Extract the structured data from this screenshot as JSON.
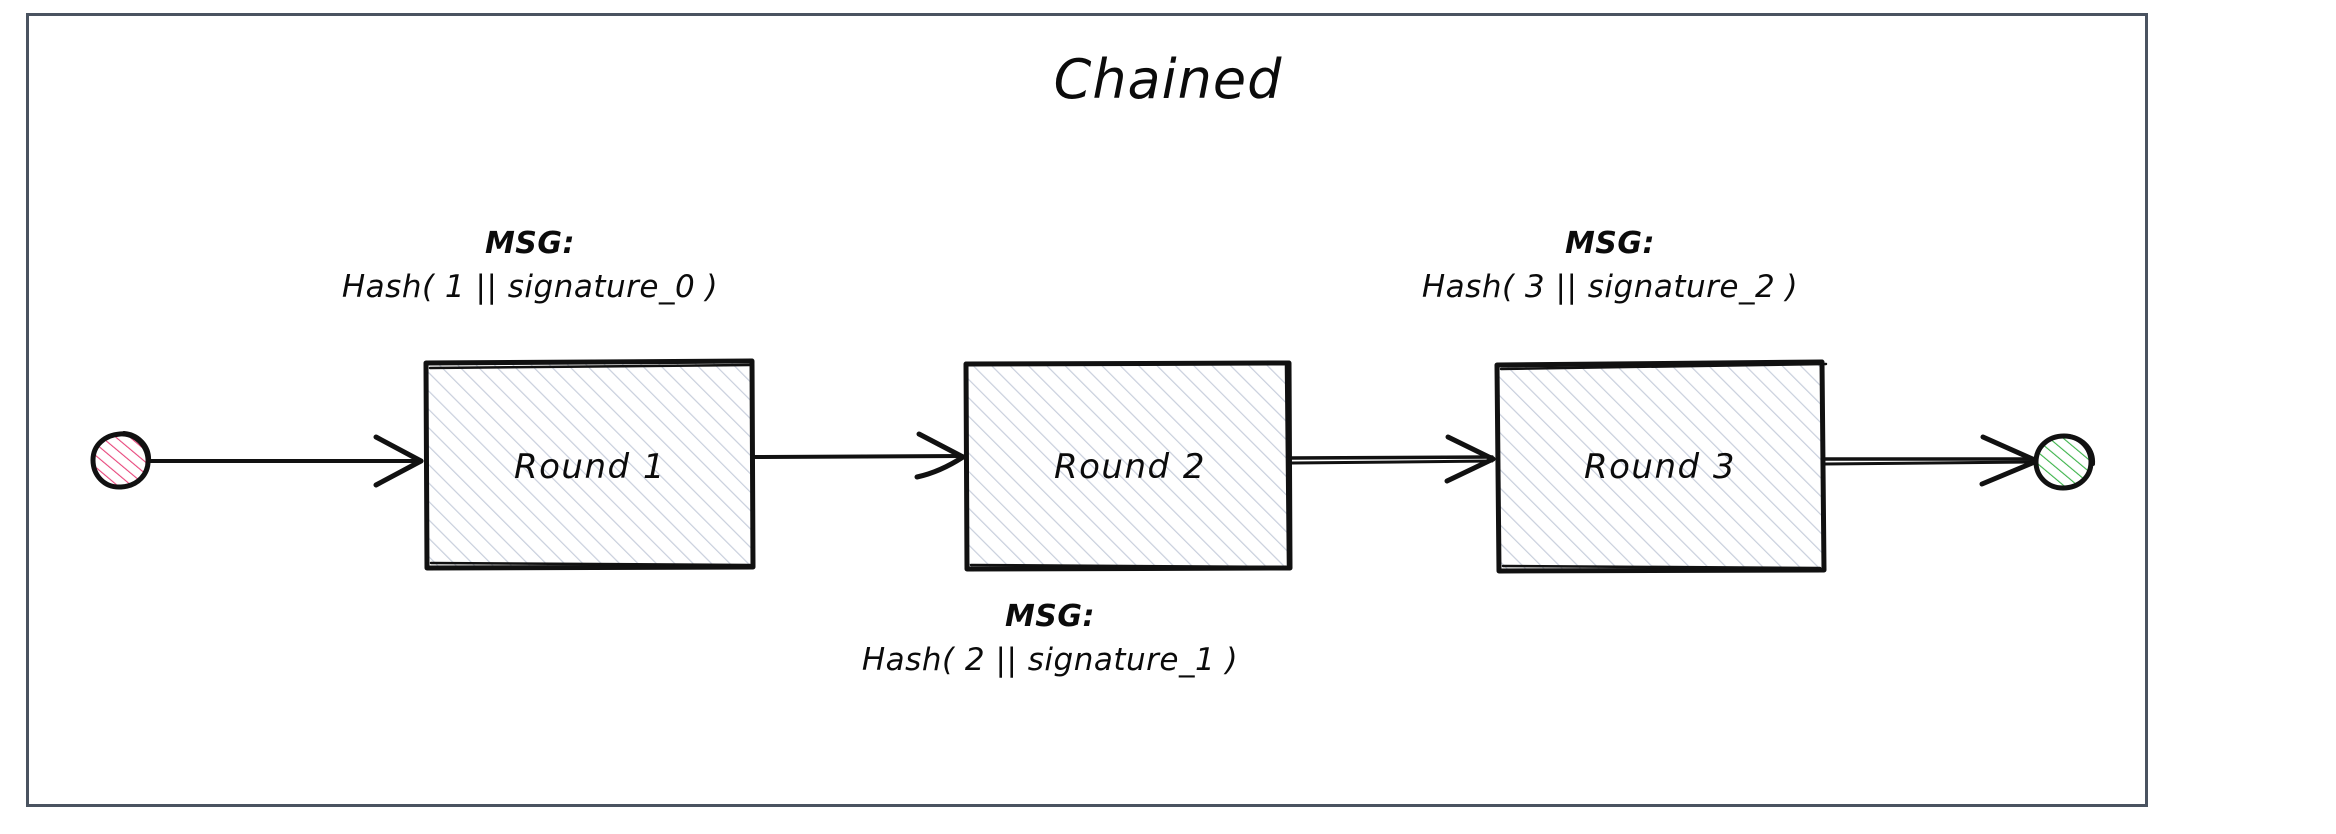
{
  "diagram": {
    "title": "Chained",
    "frame": {
      "border_color": "#4a5360"
    },
    "nodes": {
      "start": {
        "name": "start-node",
        "fill_hatch_color": "#e8467c",
        "stroke": "#111111"
      },
      "end": {
        "name": "end-node",
        "fill_hatch_color": "#3cb34a",
        "stroke": "#111111"
      }
    },
    "boxes": [
      {
        "label": "Round 1",
        "hatch_color": "#c8cfdc",
        "stroke": "#111111"
      },
      {
        "label": "Round 2",
        "hatch_color": "#c8cfdc",
        "stroke": "#111111"
      },
      {
        "label": "Round 3",
        "hatch_color": "#c8cfdc",
        "stroke": "#111111"
      }
    ],
    "messages": [
      {
        "heading": "MSG:",
        "body": "Hash( 1 || signature_0 )",
        "position": "above-round-1"
      },
      {
        "heading": "MSG:",
        "body": "Hash( 2 || signature_1 )",
        "position": "below-round-2"
      },
      {
        "heading": "MSG:",
        "body": "Hash( 3 || signature_2 )",
        "position": "above-round-3"
      }
    ],
    "arrows": [
      {
        "from": "start-node",
        "to": "Round 1"
      },
      {
        "from": "Round 1",
        "to": "Round 2"
      },
      {
        "from": "Round 2",
        "to": "Round 3"
      },
      {
        "from": "Round 3",
        "to": "end-node"
      }
    ]
  }
}
